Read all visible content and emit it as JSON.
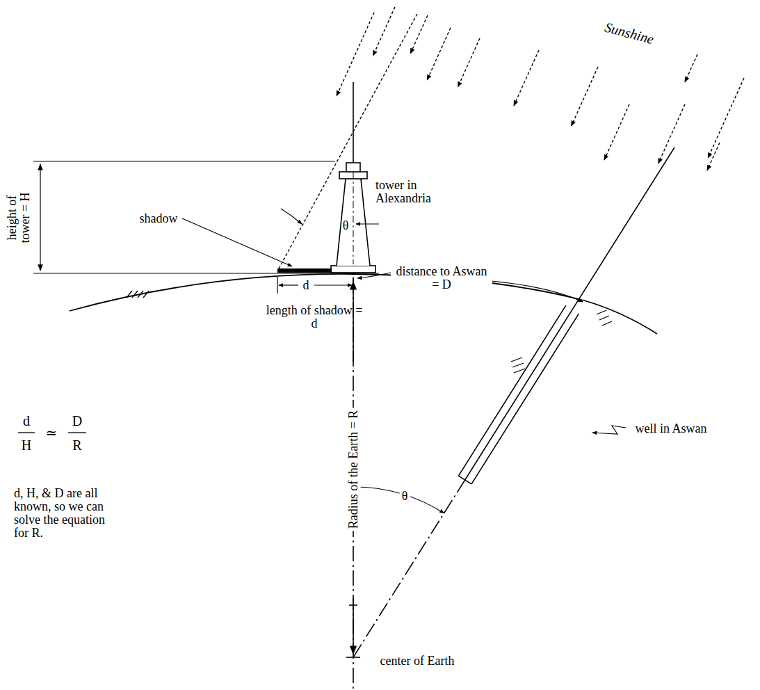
{
  "diagram": {
    "labels": [
      "Sunshine",
      "height of tower = H",
      "shadow",
      "tower in Alexandria",
      "θ",
      "distance to Aswan = D",
      "d",
      "length of shadow = d",
      "d",
      "H",
      "≃",
      "D",
      "R",
      "d, H, & D are all known, so we can solve the equation for R.",
      "well in Aswan",
      "Radius of the Earth = R",
      "θ",
      "center of Earth"
    ]
  }
}
